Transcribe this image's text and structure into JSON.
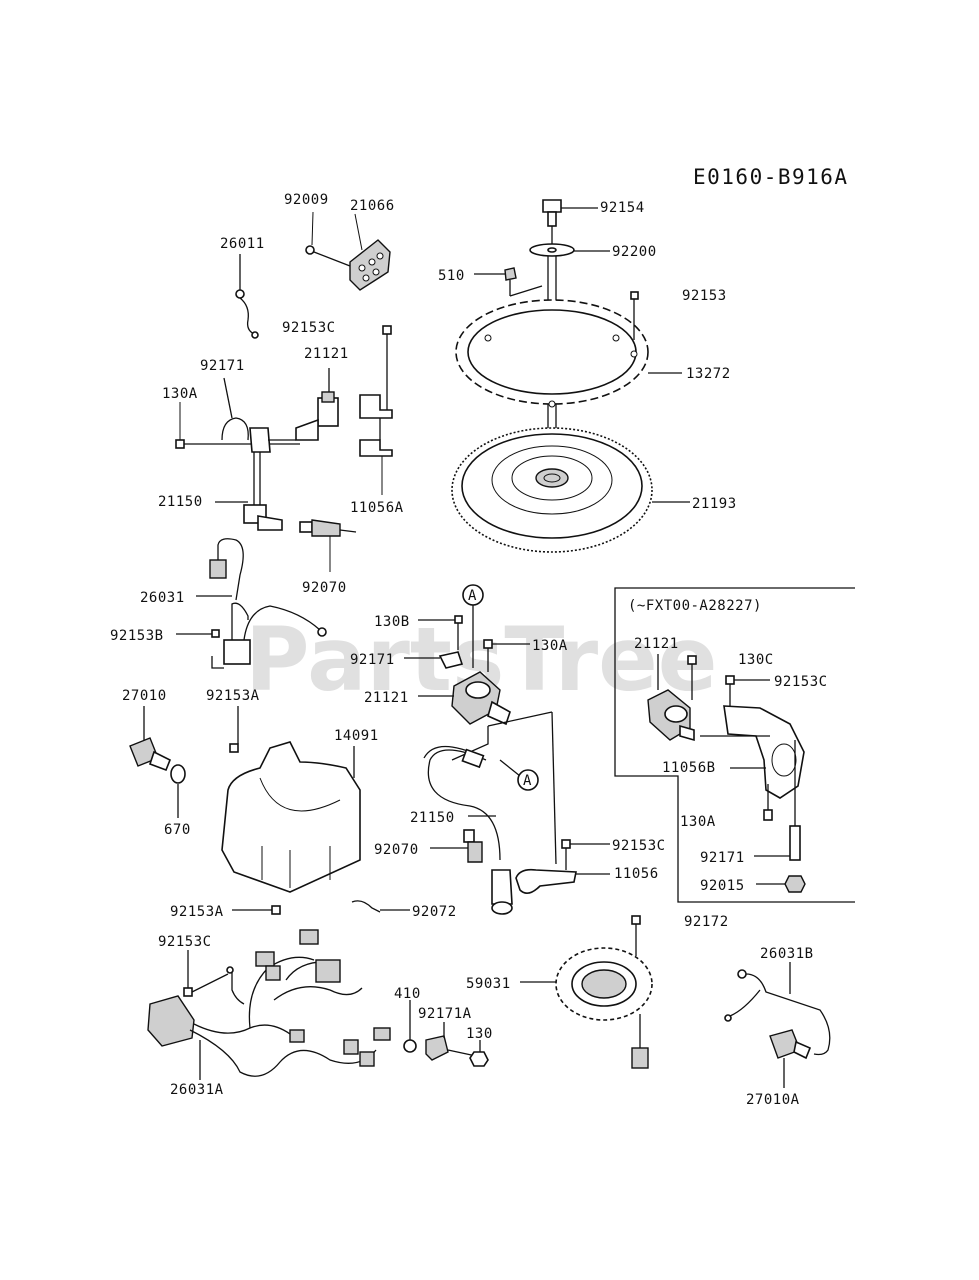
{
  "diagram_code": "E0160-B916A",
  "watermark": "PartsTree",
  "inset": {
    "label": "(~FXT00-A28227)"
  },
  "callouts": {
    "a1": "A",
    "a2": "A"
  },
  "labels": {
    "p92009": "92009",
    "p21066": "21066",
    "p26011": "26011",
    "p92153C_top": "92153C",
    "p92171_top": "92171",
    "p21121_top": "21121",
    "p130A_top": "130A",
    "p21150_top": "21150",
    "p11056A": "11056A",
    "p92070_top": "92070",
    "p92154": "92154",
    "p92200": "92200",
    "p510": "510",
    "p92153": "92153",
    "p13272": "13272",
    "p21193": "21193",
    "p26031": "26031",
    "p92153B": "92153B",
    "p130B": "130B",
    "p92171_mid": "92171",
    "p130A_mid": "130A",
    "p21121_mid": "21121",
    "p27010": "27010",
    "p92153A_top": "92153A",
    "p14091": "14091",
    "p670": "670",
    "p21150_mid": "21150",
    "p92070_mid": "92070",
    "p92153C_mid": "92153C",
    "p11056": "11056",
    "p92153A_bot": "92153A",
    "p92072": "92072",
    "p21121_inset": "21121",
    "p130C": "130C",
    "p92153C_inset": "92153C",
    "p11056B": "11056B",
    "p130A_inset": "130A",
    "p92171_inset": "92171",
    "p92015": "92015",
    "p92172": "92172",
    "p92153C_bot": "92153C",
    "p59031": "59031",
    "p26031B": "26031B",
    "p410": "410",
    "p92171A": "92171A",
    "p130": "130",
    "p26031A": "26031A",
    "p27010A": "27010A"
  }
}
